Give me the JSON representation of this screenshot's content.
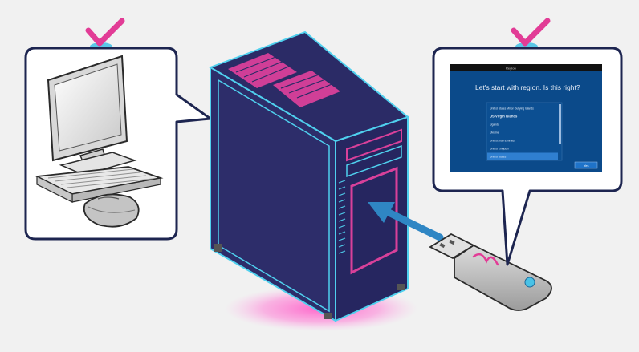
{
  "colors": {
    "background": "#f1f1f1",
    "check_mark": "#e23c96",
    "check_glow": "#49c2e6",
    "tower_body": "#2b2b66",
    "tower_outline": "#4fd0ee",
    "accent_pink": "#d9409a",
    "arrow_blue": "#2f86c4",
    "screen_bg": "#0b4a8a",
    "screen_titlebar": "#111111"
  },
  "setup_screen": {
    "titlebar_text": "Region",
    "heading": "Let's start with region. Is this right?",
    "regions": [
      "United States Minor Outlying Islands",
      "US Virgin Islands",
      "Uganda",
      "Ukraine",
      "United Arab Emirates",
      "United Kingdom",
      "United States"
    ],
    "selected_index": 6,
    "yes_button": "Yes"
  }
}
